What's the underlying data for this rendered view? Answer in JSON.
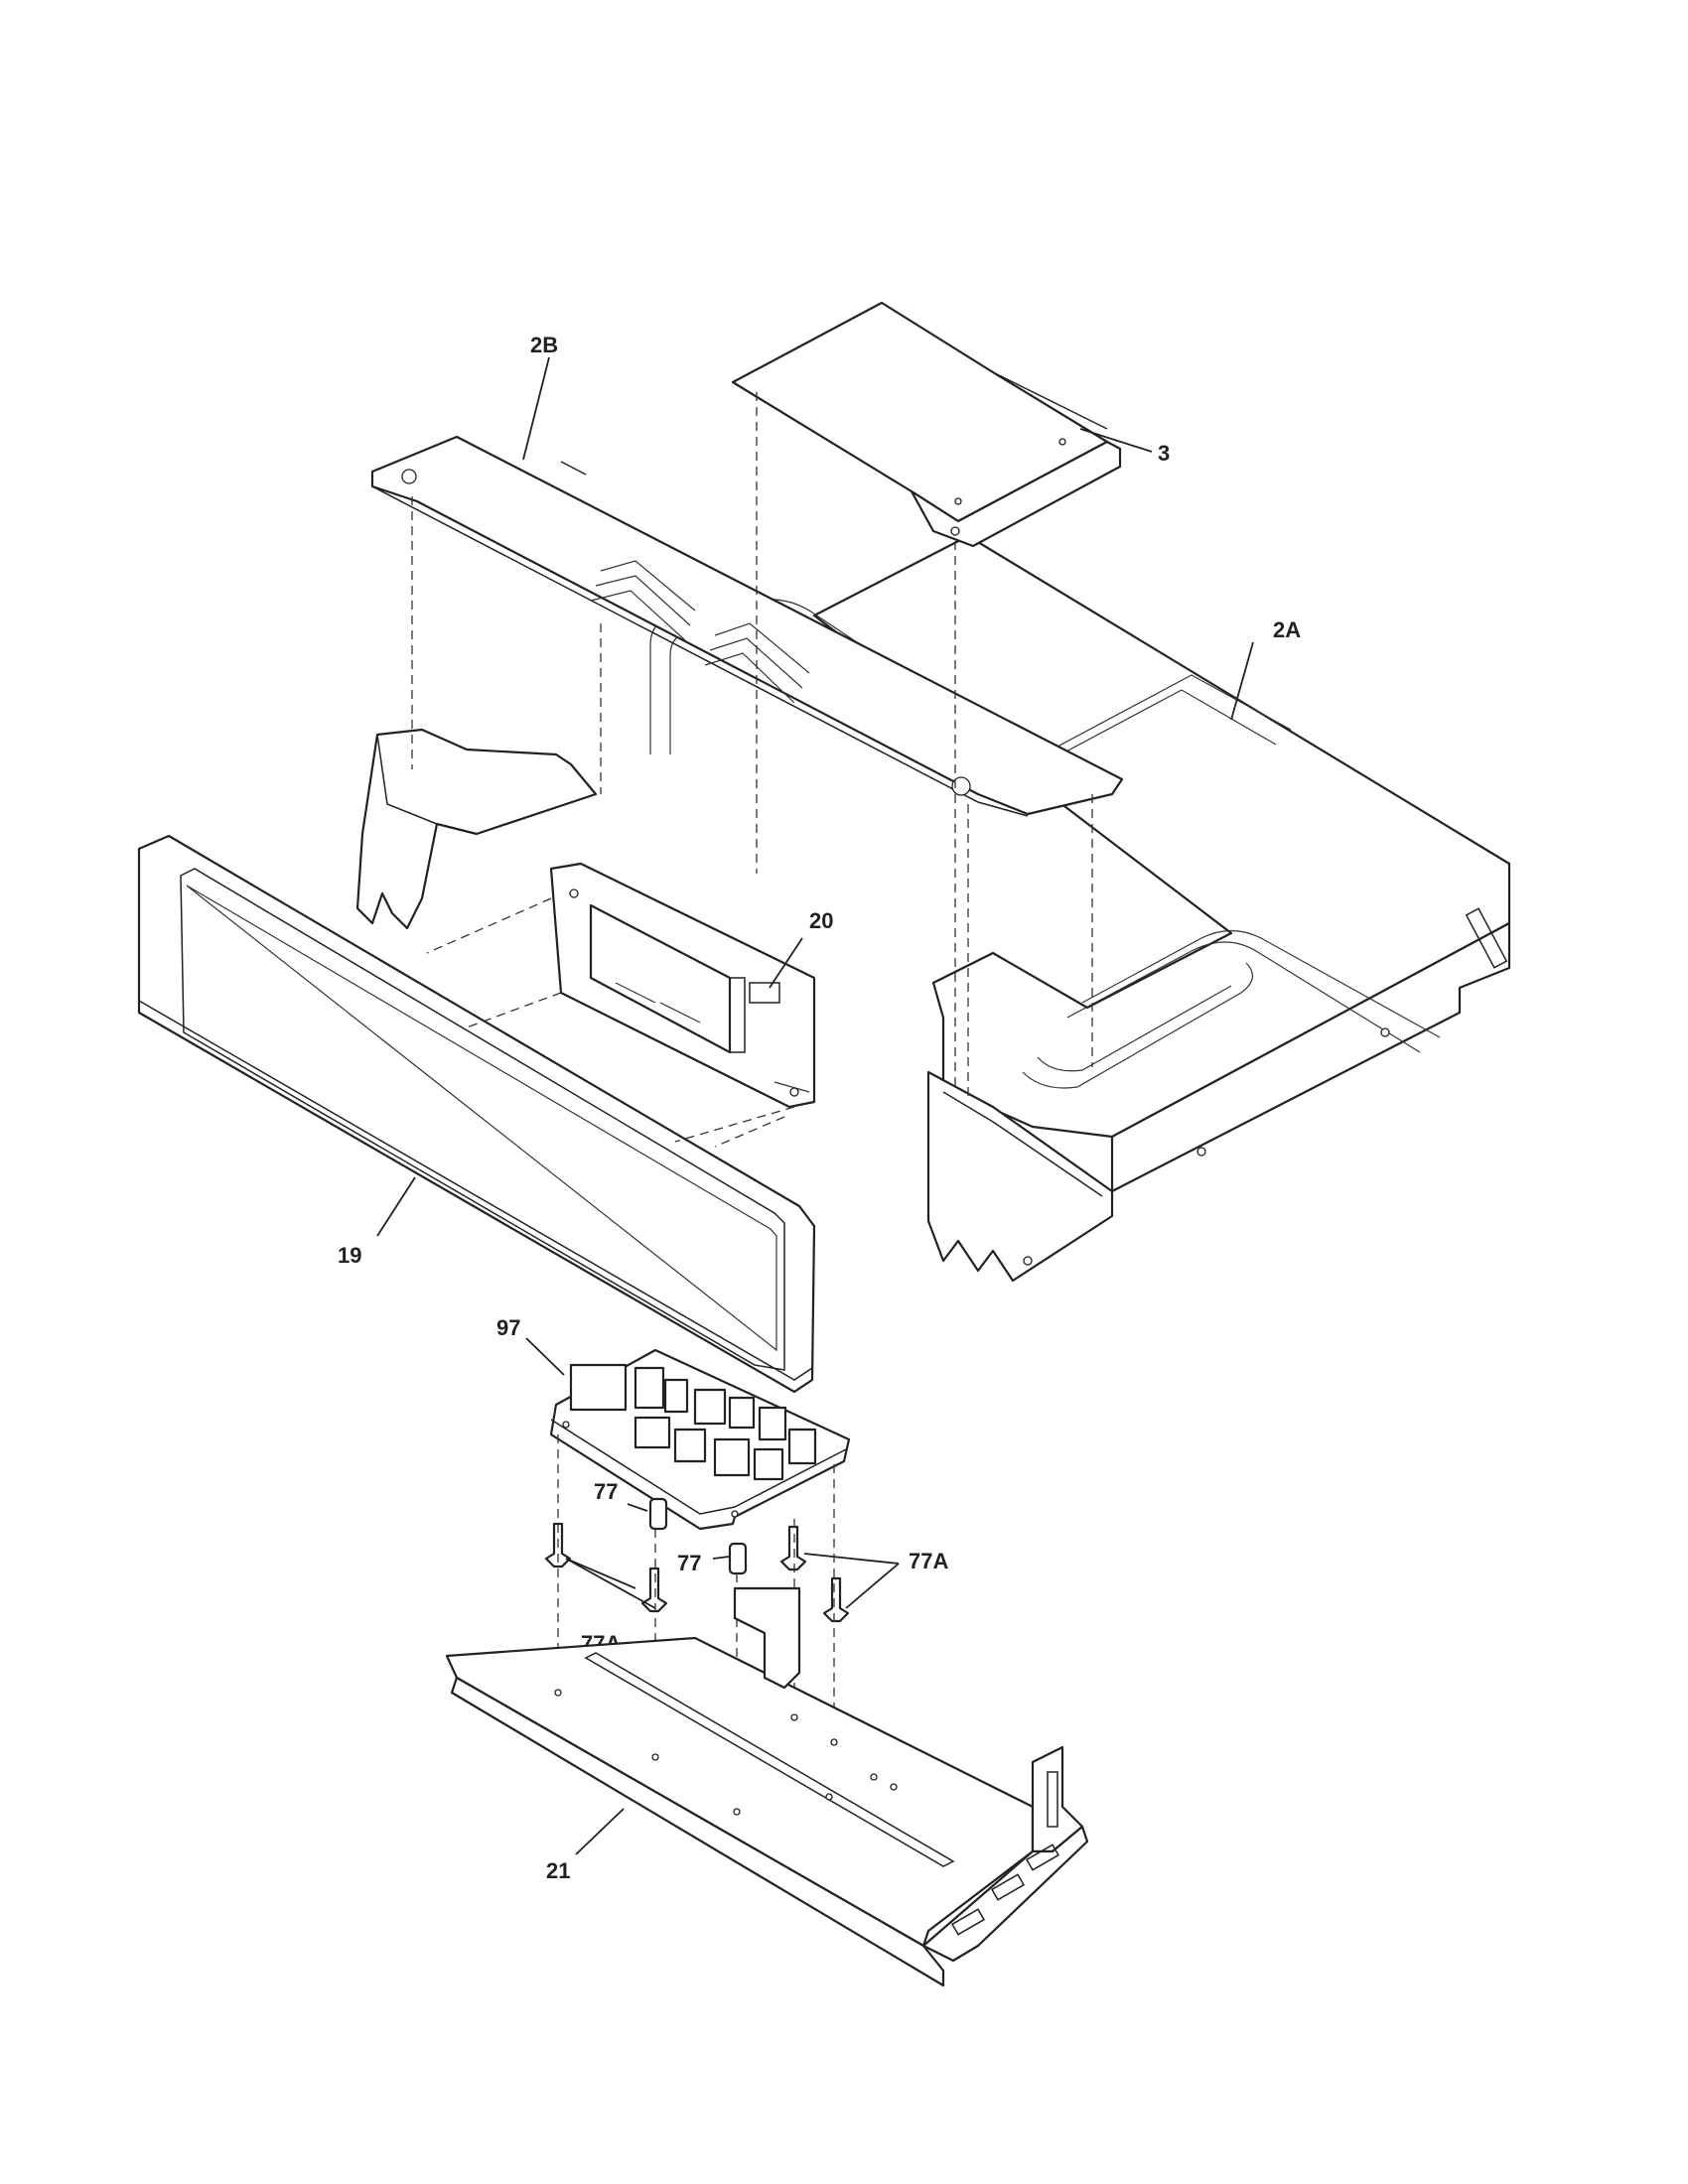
{
  "callouts": {
    "c2B": "2B",
    "c3": "3",
    "c2A": "2A",
    "c20": "20",
    "c19": "19",
    "c97": "97",
    "c77_top": "77",
    "c77_mid": "77",
    "c77A_left": "77A",
    "c77A_right": "77A",
    "c21": "21"
  }
}
